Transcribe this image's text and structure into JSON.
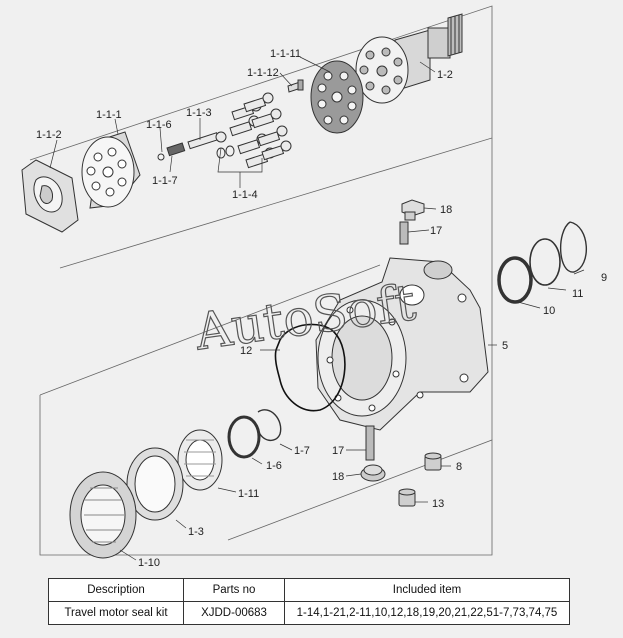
{
  "watermark": "AutoSoft",
  "labels": {
    "l1_1_1": "1-1-1",
    "l1_1_2": "1-1-2",
    "l1_1_3": "1-1-3",
    "l1_1_4": "1-1-4",
    "l1_1_6": "1-1-6",
    "l1_1_7": "1-1-7",
    "l1_1_11": "1-1-11",
    "l1_1_12": "1-1-12",
    "l1_2": "1-2",
    "l18a": "18",
    "l17a": "17",
    "l9": "9",
    "l11": "11",
    "l10": "10",
    "l5": "5",
    "l12": "12",
    "l1_7": "1-7",
    "l1_6": "1-6",
    "l17b": "17",
    "l18b": "18",
    "l8": "8",
    "l1_11": "1-11",
    "l13": "13",
    "l1_3": "1-3",
    "l1_10": "1-10"
  },
  "table": {
    "headers": [
      "Description",
      "Parts no",
      "Included item"
    ],
    "rows": [
      [
        "Travel motor seal kit",
        "XJDD-00683",
        "1-14,1-21,2-11,10,12,18,19,20,21,22,51-7,73,74,75"
      ]
    ]
  }
}
